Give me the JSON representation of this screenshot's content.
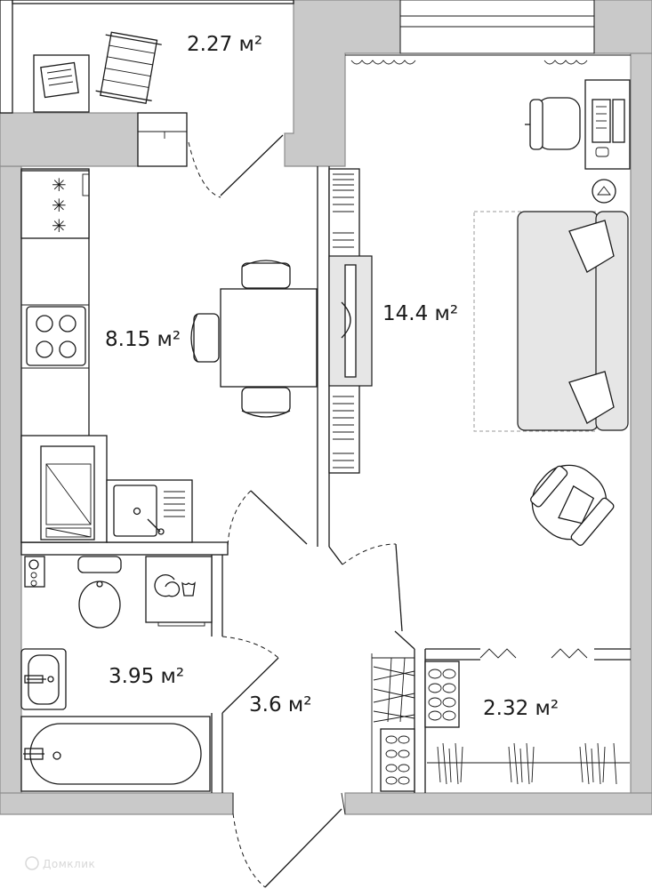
{
  "plan": {
    "rooms": [
      {
        "id": "balcony",
        "area_label": "2.27 м²"
      },
      {
        "id": "kitchen",
        "area_label": "8.15 м²"
      },
      {
        "id": "living-room",
        "area_label": "14.4 м²"
      },
      {
        "id": "bathroom",
        "area_label": "3.95 м²"
      },
      {
        "id": "hallway",
        "area_label": "3.6 м²"
      },
      {
        "id": "wardrobe",
        "area_label": "2.32 м²"
      }
    ]
  },
  "watermark": {
    "text": "Домклик"
  },
  "colors": {
    "wall_fill": "#c9c9c9",
    "line": "#1a1a1a",
    "furniture_fill": "#e6e6e6",
    "background": "#ffffff"
  }
}
